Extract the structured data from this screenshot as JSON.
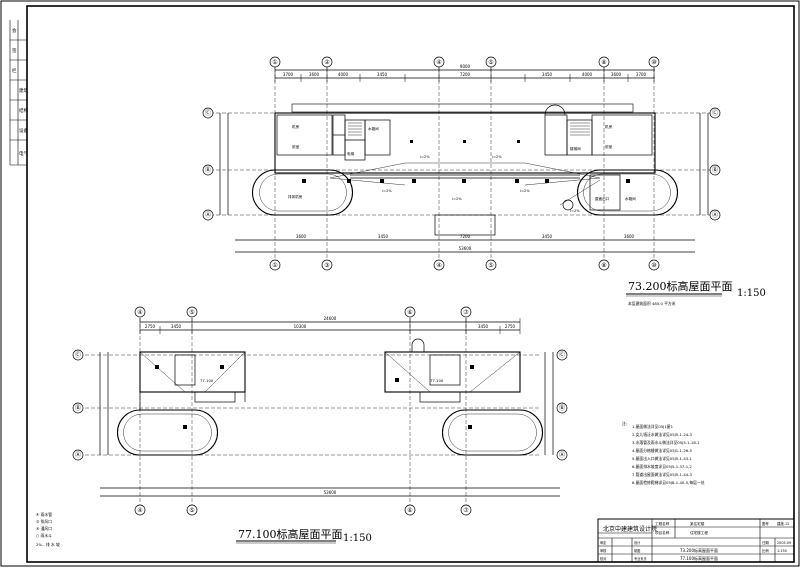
{
  "upper_plan": {
    "title": "73.200标高屋面平面",
    "scale": "1:150",
    "subnote": "本层建筑面积 485.0 平方米",
    "axis_top": [
      "①",
      "②",
      "④",
      "⑤",
      "⑧",
      "⑩"
    ],
    "axis_bottom": [
      "①",
      "③",
      "④",
      "⑤",
      "⑧",
      "⑩"
    ],
    "axis_side": [
      "Ⓒ",
      "Ⓑ",
      "Ⓐ"
    ],
    "dim_total": "9000",
    "dim_bottom_total": "53600",
    "dims_top": [
      "3700",
      "3600",
      "4000",
      "3450",
      "7200",
      "3450",
      "4000",
      "3600",
      "3700"
    ],
    "dims_bottom": [
      "3600",
      "3450",
      "7200",
      "3450",
      "3600"
    ],
    "room_labels": [
      "机房",
      "前室",
      "水箱间",
      "排风机房",
      "电梯",
      "楼梯间",
      "屋面出口",
      "机房",
      "前室",
      "水箱间"
    ],
    "slope_labels": [
      "i=2%",
      "i=2%",
      "i=2%",
      "i=2%",
      "i=2%",
      "i=2%"
    ]
  },
  "lower_plan": {
    "title": "77.100标高屋面平面",
    "scale": "1:150",
    "axis_top": [
      "④",
      "⑤",
      "⑥",
      "⑦"
    ],
    "axis_side": [
      "Ⓒ",
      "Ⓑ",
      "Ⓐ"
    ],
    "dim_total": "24600",
    "dim_bottom_total": "53600",
    "dims_top": [
      "2750",
      "3450",
      "10300",
      "3450",
      "2750"
    ],
    "elev_labels": [
      "77.100",
      "77.100"
    ]
  },
  "notes": {
    "header": "注:",
    "items": [
      "1.屋面做法详见05J1屋1",
      "2.女儿墙泛水做法详见05J5-1-24-3",
      "3.水落管及雨水斗做法详见05J5-1-18-1",
      "4.屋面分格缝做法详见05J1-1-26-5",
      "5.屋面出入口做法详见05J5-1-43-1",
      "6.屋面排水坡度详见05J5-1-37-1,2",
      "7.管道出屋面做法详见05J5-1-44-3",
      "8.屋面检修爬梯详见05J8-1-40-5,每层一处"
    ]
  },
  "legend": {
    "items": [
      "④ 雨水管",
      "⑤ 排风口",
      "⑥ 通风口",
      "○ 雨水斗"
    ],
    "footer": "2%-- 排 水 坡"
  },
  "title_block": {
    "company": "北京中建建筑设计院",
    "project_label": "工程名称",
    "project_value": "某住宅楼",
    "subitem_label": "项目名称",
    "subitem_value": "住宅楼工程",
    "drawing_label": "图号",
    "drawing_value": "建施-12",
    "date_label": "日期",
    "date_value": "2005.09",
    "scale_label": "比例",
    "scale_value": "1:150",
    "sheet_title_1": "73.200标高屋面平面",
    "sheet_title_2": "77.100标高屋面平面",
    "roles": [
      "审定",
      "审核",
      "校对",
      "设计",
      "制图",
      "专业负责"
    ]
  },
  "left_margin": {
    "labels": [
      "会",
      "签",
      "栏",
      "建筑",
      "结构",
      "设备",
      "电气"
    ]
  }
}
